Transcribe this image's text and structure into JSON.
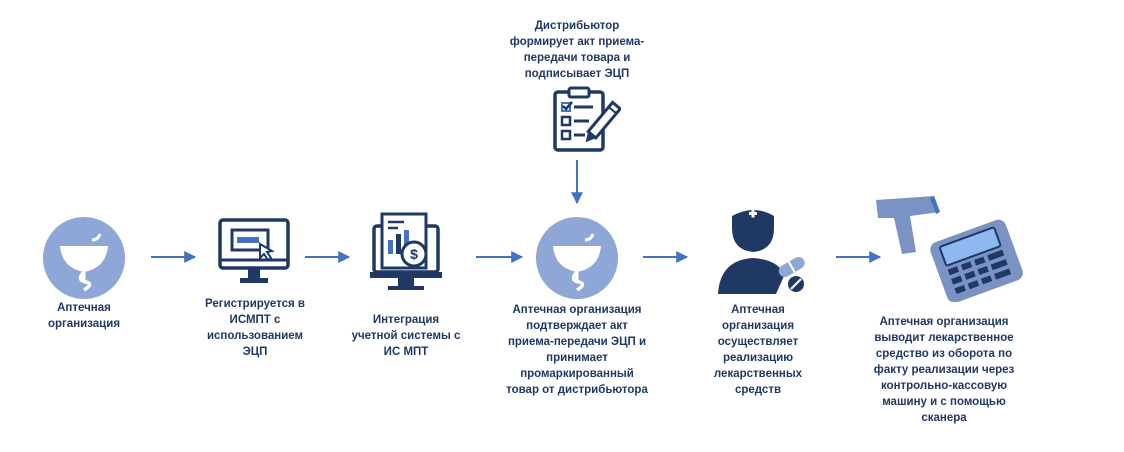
{
  "colors": {
    "accent": "#4472c4",
    "text": "#1f3864",
    "circle_fill": "#8fa7d6",
    "icon_dark": "#1f3864",
    "scanner_body": "#7b92c4",
    "screen_fill": "#8eb8f0"
  },
  "distributor": {
    "label": "Дистрибьютор\nформирует акт приема-\nпередачи товара и\nподписывает ЭЦП",
    "icon": "clipboard-checklist-icon"
  },
  "steps": [
    {
      "icon": "pharmacy-symbol-icon",
      "label": "Аптечная\nорганизация"
    },
    {
      "icon": "computer-monitor-icon",
      "label": "Регистрируется в\nИСМПТ с\nиспользованием\nЭЦП"
    },
    {
      "icon": "accounting-system-icon",
      "label": "Интеграция\nучетной системы с\nИС МПТ"
    },
    {
      "icon": "pharmacy-symbol-icon",
      "label": "Аптечная организация\nподтверждает акт\nприема-передачи ЭЦП и\nпринимает\nпромаркированный\nтовар от дистрибьютора"
    },
    {
      "icon": "pharmacist-icon",
      "label": "Аптечная\nорганизация\nосуществляет\nреализацию\nлекарственных\nсредств"
    },
    {
      "icon": "barcode-scanner-cash-register-icon",
      "label": "Аптечная организация\nвыводит лекарственное\nсредство из оборота по\nфакту реализации через\nконтрольно-кассовую\nмашину и с помощью\nсканера"
    }
  ]
}
